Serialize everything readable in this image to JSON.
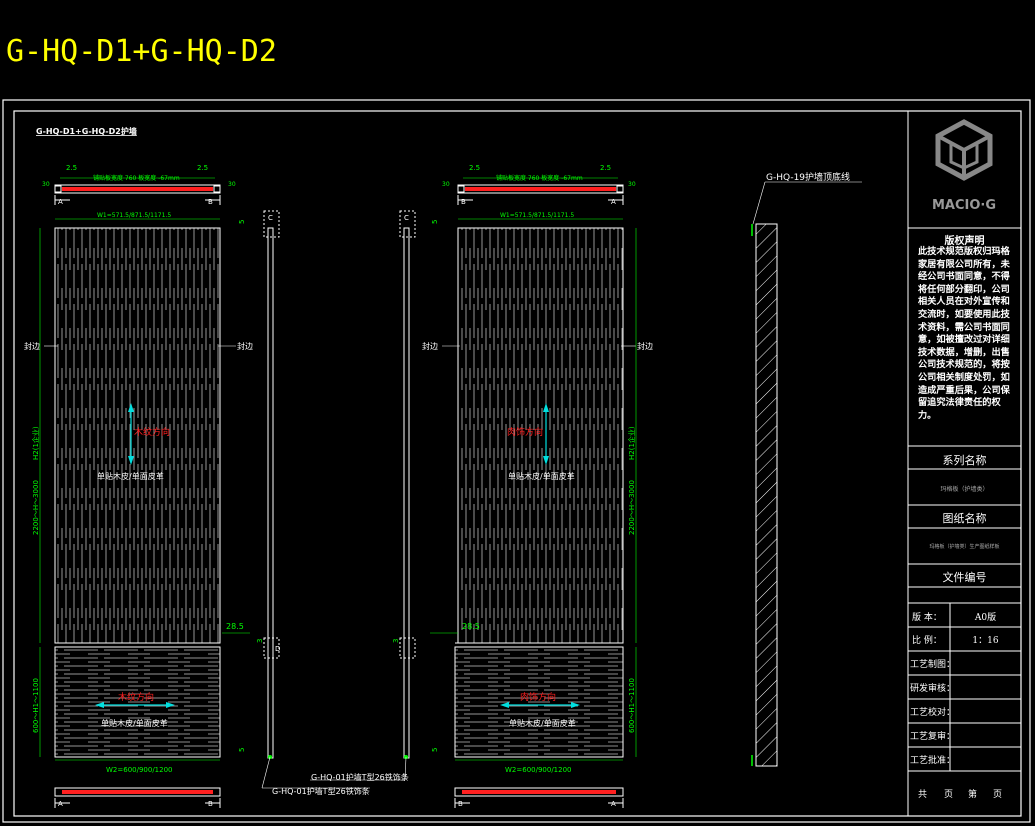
{
  "page_title": "G-HQ-D1+G-HQ-D2",
  "drawing": {
    "sheet_title": "G-HQ-D1+G-HQ-D2护墙",
    "left_panel": {
      "top_note": "铺贴板宽度 760 板宽度 -67mm",
      "dim_left": "2.5",
      "dim_right": "2.5",
      "dim_left_small": "30",
      "dim_right_small": "30",
      "section_a": "A",
      "section_b": "B",
      "width_top": "W1=571.5/871.5/1171.5",
      "edge_left": "封边",
      "edge_right": "封边",
      "grain_upper": "木纹方向",
      "material_upper": "单贴木皮/单面皮革",
      "height_upper": "H2(1企业)",
      "height_range": "2200～H～3000",
      "dim_offset": "28.5",
      "grain_lower": "木纹方向",
      "material_lower": "单贴木皮/单面皮革",
      "height_lower": "600～H1～1100",
      "width_bottom": "W2=600/900/1200",
      "dim_5a": "5",
      "dim_5b": "5"
    },
    "right_panel": {
      "top_note": "铺贴板宽度 760 板宽度 -67mm",
      "dim_left": "2.5",
      "dim_right": "2.5",
      "dim_left_small": "30",
      "dim_right_small": "30",
      "section_a": "A",
      "section_b": "B",
      "width_top": "W1=571.5/871.5/1171.5",
      "edge_left": "封边",
      "edge_right": "封边",
      "grain_upper": "肉饰方向",
      "material_upper": "单贴木皮/单面皮革",
      "height_upper": "H2(1企业)",
      "height_range": "2200～H～3000",
      "dim_offset": "28.5",
      "grain_lower": "肉饰方向",
      "material_lower": "单贴木皮/单面皮革",
      "height_lower": "600～H1～1100",
      "width_bottom": "W2=600/900/1200",
      "dim_5a": "5",
      "dim_5b": "5"
    },
    "section_c": "C",
    "section_d": "D",
    "dim_3": "3",
    "callout_t1": "G-HQ-01护墙T型26铁饰条",
    "callout_t2": "G-HQ-01护墙T型26铁饰条",
    "callout_top_line": "G-HQ-19护墙顶底线"
  },
  "title_block": {
    "brand": "MACIO·G",
    "copyright_title": "版权声明",
    "copyright_body": "此技术规范版权归玛格家居有限公司所有，未经公司书面同意，不得将任何部分翻印，公司相关人员在对外宣传和交流时，如要使用此技术资料，需公司书面同意，如被擅改过对详细技术数据，增删，出售公司技术规范的，将按公司相关制度处罚，如造成严重后果，公司保留追究法律责任的权力。",
    "series_label": "系列名称",
    "series_value": "玛格板（护墙类）",
    "drawing_label": "图纸名称",
    "drawing_value": "玛格板（护墙类）生产图纸样板",
    "file_label": "文件编号",
    "file_value": "",
    "version_label": "版 本：",
    "version_value": "A0版",
    "scale_label": "比 例：",
    "scale_value": "1：16",
    "rows": [
      {
        "label": "工艺制图：",
        "value": ""
      },
      {
        "label": "研发审核：",
        "value": ""
      },
      {
        "label": "工艺校对：",
        "value": ""
      },
      {
        "label": "工艺复审：",
        "value": ""
      },
      {
        "label": "工艺批准：",
        "value": ""
      }
    ],
    "page_total": "共",
    "page_unit1": "页",
    "page_num": "第",
    "page_unit2": "页"
  },
  "colors": {
    "background": "#000000",
    "title": "#ffff00",
    "line": "#ffffff",
    "dim": "#00ff00",
    "red": "#ff2020",
    "cyan": "#00e0e0"
  }
}
